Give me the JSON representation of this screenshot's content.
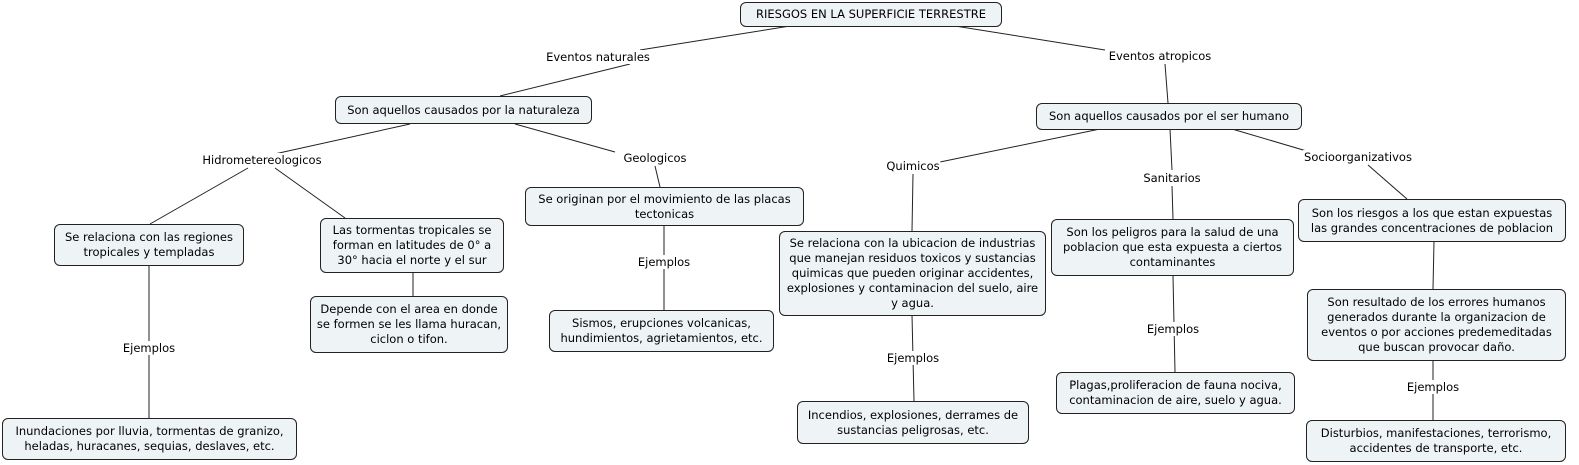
{
  "title": "RIESGOS EN LA SUPERFICIE TERRESTRE",
  "links": {
    "eventos_naturales": "Eventos naturales",
    "eventos_atropicos": "Eventos atropicos",
    "hidro": "Hidrometereologicos",
    "geologicos": "Geologicos",
    "quimicos": "Quimicos",
    "sanitarios": "Sanitarios",
    "socio": "Socioorganizativos",
    "ejemplos": "Ejemplos"
  },
  "nodes": {
    "naturaleza": "Son aquellos causados por la naturaleza",
    "regiones": "Se relaciona con las regiones tropicales y templadas",
    "tormentas": "Las tormentas tropicales se forman en latitudes de 0° a 30° hacia el norte y el sur",
    "depende": "Depende con el area en donde se formen se les llama huracan, ciclon o tifon.",
    "placas": "Se originan por el movimiento de las placas tectonicas",
    "sismos": "Sismos, erupciones volcanicas, hundimientos, agrietamientos, etc.",
    "inundaciones": "Inundaciones por lluvia, tormentas de granizo, heladas, huracanes, sequias, deslaves, etc.",
    "humano": "Son aquellos causados por el ser humano",
    "industrias": "Se relaciona con la ubicacion de industrias que manejan residuos toxicos y sustancias quimicas que pueden originar accidentes, explosiones y contaminacion del suelo, aire y agua.",
    "incendios": "Incendios, explosiones, derrames de sustancias peligrosas, etc.",
    "peligros": "Son los peligros para la salud de una poblacion que esta expuesta a ciertos contaminantes",
    "plagas": "Plagas,proliferacion de fauna nociva, contaminacion de aire, suelo y agua.",
    "riesgos_poblacion": "Son los riesgos a los que estan expuestas las grandes concentraciones de poblacion",
    "errores": "Son resultado de los errores humanos generados durante la organizacion de eventos o por acciones predemeditadas que buscan provocar daño.",
    "disturbios": "Disturbios, manifestaciones, terrorismo, accidentes de transporte, etc."
  }
}
